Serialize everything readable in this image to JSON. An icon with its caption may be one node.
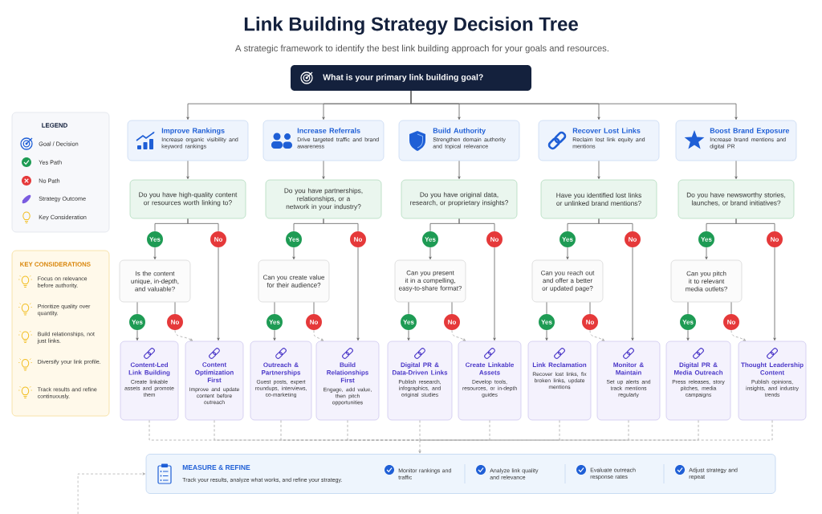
{
  "diagram": {
    "title": "Link Building Strategy Decision Tree",
    "nodes": [
      {
        "text": [
          "What is your primary link building goal?"
        ]
      },
      {
        "text": [
          "Improve Rankings",
          "Increase organic visibility and keyword rankings"
        ]
      },
      {
        "text": [
          "Increase Referrals",
          "Drive targeted traffic and brand awareness"
        ]
      },
      {
        "text": [
          "Build Authority",
          "Strengthen domain authority and topical relevance"
        ]
      },
      {
        "text": [
          "Recover Lost Links",
          "Reclaim lost link equity and mentions"
        ]
      },
      {
        "text": [
          "Boost Brand Exposure",
          "Increase brand mentions and digital PR"
        ]
      },
      {
        "text": [
          "Do you have high-quality content or resources worth linking to?"
        ]
      },
      {
        "text": [
          "Do you have partnerships, relationships, or a network in your industry?"
        ]
      },
      {
        "text": [
          "Do you have original data, research, or proprietary insights?"
        ]
      },
      {
        "text": [
          "Have you identified lost links or unlinked brand mentions?"
        ]
      },
      {
        "text": [
          "Do you have newsworthy stories, launches, or brand initiatives?"
        ]
      },
      {
        "text": [
          "Yes"
        ]
      },
      {
        "text": [
          "No"
        ]
      },
      {
        "text": [
          "Is the content unique, in-depth, and valuable?"
        ]
      },
      {
        "text": [
          "Yes"
        ]
      },
      {
        "text": [
          "No"
        ]
      },
      {
        "text": [
          "Content-Led Link Building",
          "Create linkable assets and promote them"
        ]
      },
      {
        "text": [
          "Content Optimization First",
          "Improve and update content before outreach"
        ]
      },
      {
        "text": [
          "Yes"
        ]
      },
      {
        "text": [
          "No"
        ]
      },
      {
        "text": [
          "Can you create value for their audience?"
        ]
      },
      {
        "text": [
          "Yes"
        ]
      },
      {
        "text": [
          "No"
        ]
      },
      {
        "text": [
          "Outreach & Partnerships",
          "Guest posts, expert roundups, interviews, co-marketing"
        ]
      },
      {
        "text": [
          "Build Relationships First",
          "Engage, add value, then pitch opportunities"
        ]
      },
      {
        "text": [
          "Yes"
        ]
      },
      {
        "text": [
          "No"
        ]
      },
      {
        "text": [
          "Can you present it in a compelling, easy-to-share format?"
        ]
      },
      {
        "text": [
          "Yes"
        ]
      },
      {
        "text": [
          "No"
        ]
      },
      {
        "text": [
          "Digital PR & Data-Driven Links",
          "Publish research, infographics, and original studies"
        ]
      },
      {
        "text": [
          "Create Linkable Assets",
          "Develop tools, resources, or in-depth guides"
        ]
      },
      {
        "text": [
          "Yes"
        ]
      },
      {
        "text": [
          "No"
        ]
      },
      {
        "text": [
          "Can you reach out and offer a better or updated page?"
        ]
      },
      {
        "text": [
          "Yes"
        ]
      },
      {
        "text": [
          "No"
        ]
      },
      {
        "text": [
          "Link Reclamation",
          "Recover lost links, fix broken links, update mentions"
        ]
      },
      {
        "text": [
          "Monitor & Maintain",
          "Set up alerts and track mentions regularly"
        ]
      },
      {
        "text": [
          "Yes"
        ]
      },
      {
        "text": [
          "No"
        ]
      },
      {
        "text": [
          "Can you pitch it to relevant media outlets?"
        ]
      },
      {
        "text": [
          "Yes"
        ]
      },
      {
        "text": [
          "No"
        ]
      },
      {
        "text": [
          "Digital PR & Media Outreach",
          "Press releases, story pitches, media campaigns"
        ]
      },
      {
        "text": [
          "Thought Leadership Content",
          "Publish opinions, insights, and industry trends"
        ]
      },
      {
        "text": [
          "MEASURE & REFINE",
          "Track your results, analyze what works, and refine your strategy.",
          "Monitor rankings and traffic",
          "Analyze link quality and relevance",
          "Evaluate outreach response rates",
          "Adjust strategy and repeat"
        ]
      },
      {
        "text": [
          "KEY CONSIDERATIONS",
          "Focus on relevance before authority.",
          "Prioritize quality over quantity.",
          "Build relationships, not just links.",
          "Diversify your link profile.",
          "Track results and refine continuously."
        ]
      }
    ],
    "edges": [
      {
        "from": 0,
        "to": 1,
        "arrow": "to"
      },
      {
        "from": 0,
        "to": 2,
        "arrow": "to"
      },
      {
        "from": 0,
        "to": 3,
        "arrow": "to"
      },
      {
        "from": 0,
        "to": 4,
        "arrow": "to"
      },
      {
        "from": 0,
        "to": 5,
        "arrow": "to"
      },
      {
        "from": 1,
        "to": 6,
        "arrow": "to"
      },
      {
        "from": 6,
        "to": 11,
        "arrow": "none"
      },
      {
        "from": 6,
        "to": 12,
        "arrow": "none"
      },
      {
        "from": 11,
        "to": 13,
        "arrow": "to"
      },
      {
        "from": 13,
        "to": 14,
        "arrow": "none"
      },
      {
        "from": 13,
        "to": 15,
        "arrow": "none"
      },
      {
        "from": 14,
        "to": 16,
        "arrow": "to"
      },
      {
        "from": 15,
        "to": 17,
        "arrow": "to",
        "style": "dashed"
      },
      {
        "from": 12,
        "to": 17,
        "arrow": "to"
      },
      {
        "from": 2,
        "to": 7,
        "arrow": "to"
      },
      {
        "from": 7,
        "to": 18,
        "arrow": "none"
      },
      {
        "from": 7,
        "to": 19,
        "arrow": "none"
      },
      {
        "from": 18,
        "to": 20,
        "arrow": "to"
      },
      {
        "from": 20,
        "to": 21,
        "arrow": "none"
      },
      {
        "from": 20,
        "to": 22,
        "arrow": "none"
      },
      {
        "from": 21,
        "to": 23,
        "arrow": "to"
      },
      {
        "from": 22,
        "to": 24,
        "arrow": "to",
        "style": "dashed"
      },
      {
        "from": 19,
        "to": 24,
        "arrow": "to"
      },
      {
        "from": 3,
        "to": 8,
        "arrow": "to"
      },
      {
        "from": 8,
        "to": 25,
        "arrow": "none"
      },
      {
        "from": 8,
        "to": 26,
        "arrow": "none"
      },
      {
        "from": 25,
        "to": 27,
        "arrow": "to"
      },
      {
        "from": 27,
        "to": 28,
        "arrow": "none"
      },
      {
        "from": 27,
        "to": 29,
        "arrow": "none"
      },
      {
        "from": 28,
        "to": 30,
        "arrow": "to"
      },
      {
        "from": 29,
        "to": 31,
        "arrow": "to",
        "style": "dashed"
      },
      {
        "from": 26,
        "to": 31,
        "arrow": "to"
      },
      {
        "from": 4,
        "to": 9,
        "arrow": "to"
      },
      {
        "from": 9,
        "to": 32,
        "arrow": "none"
      },
      {
        "from": 9,
        "to": 33,
        "arrow": "none"
      },
      {
        "from": 32,
        "to": 34,
        "arrow": "to"
      },
      {
        "from": 34,
        "to": 35,
        "arrow": "none"
      },
      {
        "from": 34,
        "to": 36,
        "arrow": "none"
      },
      {
        "from": 35,
        "to": 37,
        "arrow": "to"
      },
      {
        "from": 36,
        "to": 38,
        "arrow": "to",
        "style": "dashed"
      },
      {
        "from": 33,
        "to": 38,
        "arrow": "to"
      },
      {
        "from": 5,
        "to": 10,
        "arrow": "to"
      },
      {
        "from": 10,
        "to": 39,
        "arrow": "none"
      },
      {
        "from": 10,
        "to": 40,
        "arrow": "none"
      },
      {
        "from": 39,
        "to": 41,
        "arrow": "to"
      },
      {
        "from": 41,
        "to": 42,
        "arrow": "none"
      },
      {
        "from": 41,
        "to": 43,
        "arrow": "none"
      },
      {
        "from": 42,
        "to": 44,
        "arrow": "to"
      },
      {
        "from": 43,
        "to": 45,
        "arrow": "to",
        "style": "dashed"
      },
      {
        "from": 40,
        "to": 45,
        "arrow": "to"
      },
      {
        "from": 16,
        "to": 46,
        "arrow": "to",
        "style": "dashed"
      },
      {
        "from": 17,
        "to": 46,
        "arrow": "to",
        "style": "dashed"
      },
      {
        "from": 23,
        "to": 46,
        "arrow": "to",
        "style": "dashed"
      },
      {
        "from": 24,
        "to": 46,
        "arrow": "to",
        "style": "dashed"
      },
      {
        "from": 30,
        "to": 46,
        "arrow": "to",
        "style": "dashed"
      },
      {
        "from": 31,
        "to": 46,
        "arrow": "to",
        "style": "dashed"
      },
      {
        "from": 37,
        "to": 46,
        "arrow": "to",
        "style": "dashed"
      },
      {
        "from": 38,
        "to": 46,
        "arrow": "to",
        "style": "dashed"
      },
      {
        "from": 44,
        "to": 46,
        "arrow": "to",
        "style": "dashed"
      },
      {
        "from": 45,
        "to": 46,
        "arrow": "to",
        "style": "dashed"
      },
      {
        "from": null,
        "to": 46,
        "arrow": "to",
        "style": "dashed"
      }
    ],
    "labels": [
      "A strategic framework to identify the best link building approach for your goals and resources.",
      "LEGEND"
    ],
    "legend": [
      {
        "text": "Goal / Decision"
      },
      {
        "text": "Yes Path"
      },
      {
        "text": "No Path"
      },
      {
        "text": "Strategy Outcome"
      },
      {
        "text": "Key Consideration"
      }
    ]
  }
}
